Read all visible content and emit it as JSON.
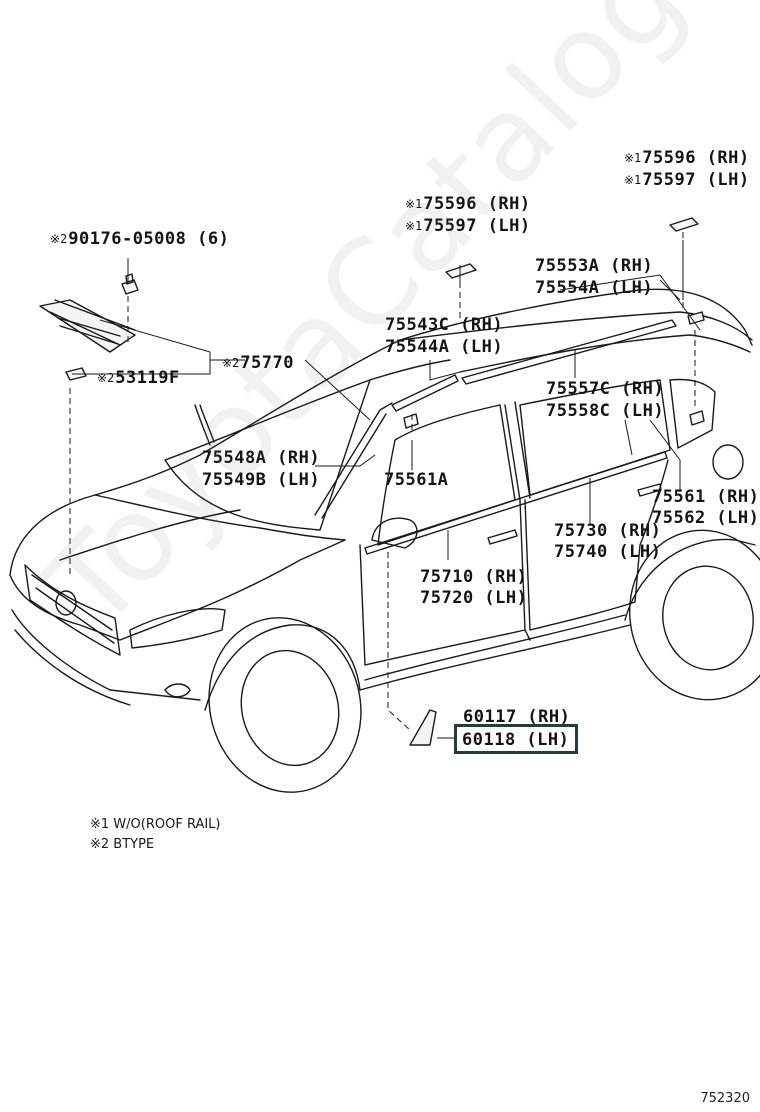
{
  "diagram": {
    "id": "752320",
    "watermark": "ToyotaCatalog.ru",
    "callouts": {
      "roof_rail_front_rh": {
        "mark": "※1",
        "text": "75596 (RH)"
      },
      "roof_rail_front_lh": {
        "mark": "※1",
        "text": "75597 (LH)"
      },
      "roof_rail_rear_rh": {
        "mark": "※1",
        "text": "75596 (RH)"
      },
      "roof_rail_rear_lh": {
        "mark": "※1",
        "text": "75597 (LH)"
      },
      "bolt": {
        "mark": "※2",
        "text": "90176-05008 (6)"
      },
      "roof_a_rh": {
        "mark": "",
        "text": "75553A (RH)"
      },
      "roof_a_lh": {
        "mark": "",
        "text": "75554A (LH)"
      },
      "roof_c_rh": {
        "mark": "",
        "text": "75543C (RH)"
      },
      "roof_c_lh": {
        "mark": "",
        "text": "75544A (LH)"
      },
      "emblem": {
        "mark": "※2",
        "text": "75770"
      },
      "clip": {
        "mark": "※2",
        "text": "53119F"
      },
      "windshield_rh": {
        "mark": "",
        "text": "75548A (RH)"
      },
      "windshield_lh": {
        "mark": "",
        "text": "75549B (LH)"
      },
      "belt_rear_rh": {
        "mark": "",
        "text": "75557C (RH)"
      },
      "belt_rear_lh": {
        "mark": "",
        "text": "75558C (LH)"
      },
      "clip_a": {
        "mark": "",
        "text": "75561A"
      },
      "clip_rh": {
        "mark": "",
        "text": "75561 (RH)"
      },
      "clip_lh": {
        "mark": "",
        "text": "75562 (LH)"
      },
      "rear_door_rh": {
        "mark": "",
        "text": "75730 (RH)"
      },
      "rear_door_lh": {
        "mark": "",
        "text": "75740 (LH)"
      },
      "front_door_rh": {
        "mark": "",
        "text": "75710 (RH)"
      },
      "front_door_lh": {
        "mark": "",
        "text": "75720 (LH)"
      },
      "mudguard_rh": {
        "mark": "",
        "text": "60117 (RH)"
      },
      "mudguard_lh": {
        "mark": "",
        "text": "60118 (LH)"
      }
    },
    "notes": [
      "※1 W/O(ROOF RAIL)",
      "※2 BTYPE"
    ]
  }
}
